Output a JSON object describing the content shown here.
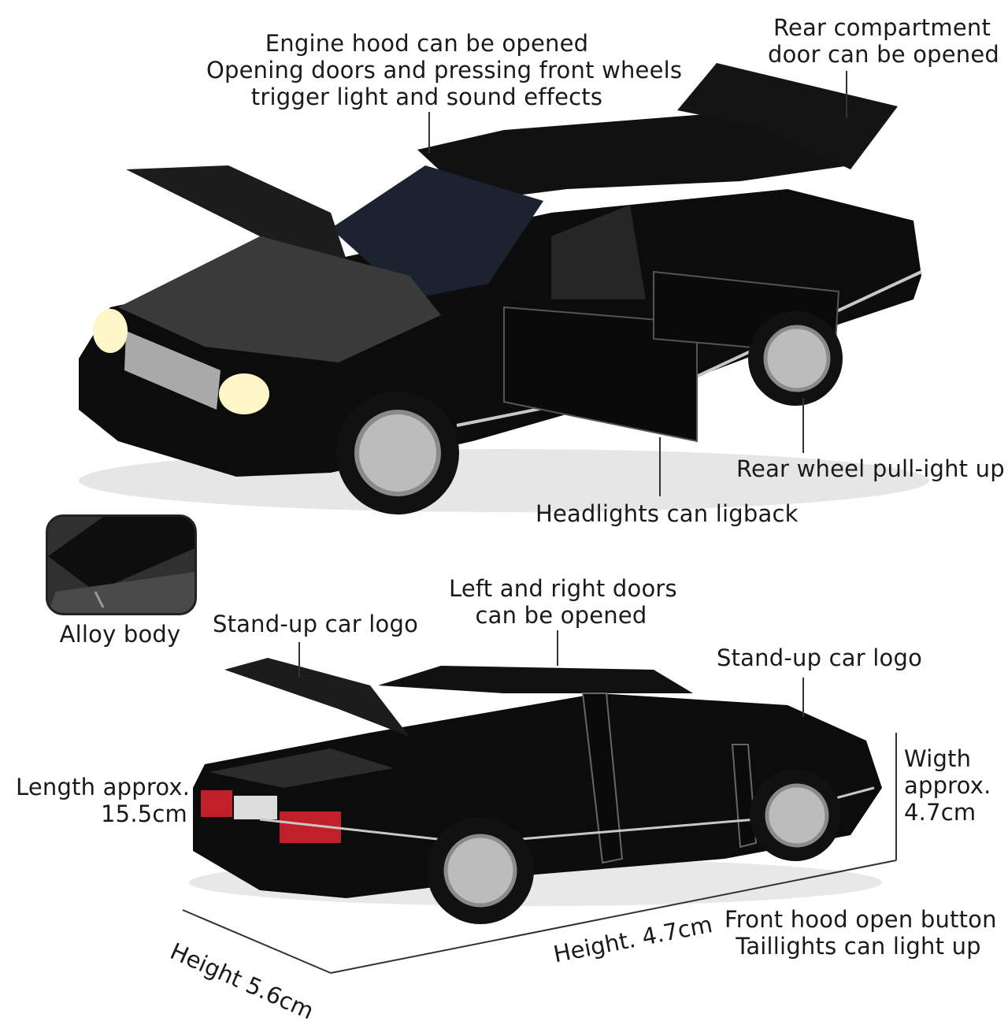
{
  "labels": {
    "engine": [
      "Engine hood can be opened",
      "Opening doors and pressing front wheels",
      "trigger light and sound effects"
    ],
    "rear_compartment": [
      "Rear compartment",
      "door can be opened"
    ],
    "rear_wheel": [
      "Rear wheel pull-ight up"
    ],
    "headlights": [
      "Headlights can ligback"
    ],
    "alloy": [
      "Alloy body"
    ],
    "doors": [
      "Left and right doors",
      "can be opened"
    ],
    "logo_left": [
      "Stand-up car logo"
    ],
    "logo_right": [
      "Stand-up car logo"
    ],
    "length": [
      "Length approx.",
      "15.5cm"
    ],
    "width": [
      "Wigth",
      "approx.",
      "4.7cm"
    ],
    "height_diag": "Height 5.6cm",
    "height_bottom": "Height. 4.7cm",
    "hood_button": [
      "Front hood open button",
      "Taillights can light up"
    ]
  },
  "colors": {
    "car_body": "#0c0c0c",
    "chrome": "#c8c8c8",
    "headlight": "#fff6c8",
    "taillight": "#c0202a"
  }
}
